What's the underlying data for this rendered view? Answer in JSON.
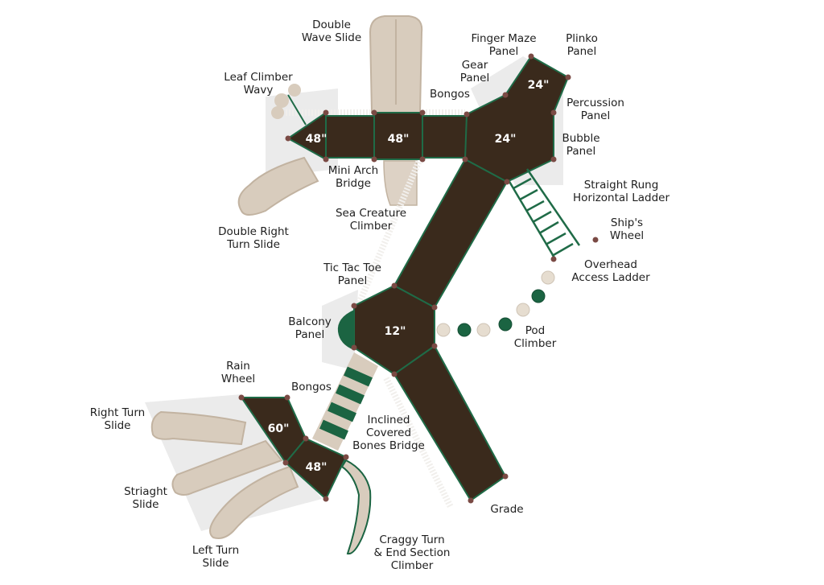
{
  "title": "Playground structure top-down component diagram",
  "colors": {
    "deck": "#3a2a1c",
    "deck_dark": "#2e2117",
    "trim_green": "#1f6b47",
    "component_green": "#1b6442",
    "tan": "#d8ccbd",
    "tan_dark": "#c2b3a1",
    "post": "#7a4a44",
    "rail_white": "#f1efec",
    "shadow": "#e4e4e4",
    "text": "#1e1e1e",
    "height_text": "#ffffff"
  },
  "deck_heights": [
    {
      "id": "deck-left-triangle",
      "label": "48\""
    },
    {
      "id": "deck-center",
      "label": "48\""
    },
    {
      "id": "deck-hub",
      "label": "24\""
    },
    {
      "id": "deck-upper-right",
      "label": "24\""
    },
    {
      "id": "deck-mid",
      "label": "12\""
    },
    {
      "id": "deck-lower-60",
      "label": "60\""
    },
    {
      "id": "deck-lower-48",
      "label": "48\""
    }
  ],
  "components": [
    {
      "id": "double-wave-slide",
      "lines": [
        "Double",
        "Wave Slide"
      ]
    },
    {
      "id": "finger-maze-panel",
      "lines": [
        "Finger Maze",
        "Panel"
      ]
    },
    {
      "id": "plinko-panel",
      "lines": [
        "Plinko",
        "Panel"
      ]
    },
    {
      "id": "gear-panel",
      "lines": [
        "Gear",
        "Panel"
      ]
    },
    {
      "id": "leaf-climber-wavy",
      "lines": [
        "Leaf Climber",
        "Wavy"
      ]
    },
    {
      "id": "bongos-top",
      "lines": [
        "Bongos"
      ]
    },
    {
      "id": "percussion-panel",
      "lines": [
        "Percussion",
        "Panel"
      ]
    },
    {
      "id": "bubble-panel",
      "lines": [
        "Bubble",
        "Panel"
      ]
    },
    {
      "id": "mini-arch-bridge",
      "lines": [
        "Mini Arch",
        "Bridge"
      ]
    },
    {
      "id": "straight-rung-horizontal-ladder",
      "lines": [
        "Straight Rung",
        "Horizontal Ladder"
      ]
    },
    {
      "id": "sea-creature-climber",
      "lines": [
        "Sea Creature",
        "Climber"
      ]
    },
    {
      "id": "double-right-turn-slide",
      "lines": [
        "Double Right",
        "Turn Slide"
      ]
    },
    {
      "id": "ships-wheel",
      "lines": [
        "Ship's",
        "Wheel"
      ]
    },
    {
      "id": "overhead-access-ladder",
      "lines": [
        "Overhead",
        "Access Ladder"
      ]
    },
    {
      "id": "tic-tac-toe-panel",
      "lines": [
        "Tic Tac Toe",
        "Panel"
      ]
    },
    {
      "id": "balcony-panel",
      "lines": [
        "Balcony",
        "Panel"
      ]
    },
    {
      "id": "pod-climber",
      "lines": [
        "Pod",
        "Climber"
      ]
    },
    {
      "id": "rain-wheel",
      "lines": [
        "Rain",
        "Wheel"
      ]
    },
    {
      "id": "bongos-bottom",
      "lines": [
        "Bongos"
      ]
    },
    {
      "id": "right-turn-slide",
      "lines": [
        "Right Turn",
        "Slide"
      ]
    },
    {
      "id": "inclined-covered-bones-bridge",
      "lines": [
        "Inclined",
        "Covered",
        "Bones Bridge"
      ]
    },
    {
      "id": "straight-slide",
      "lines": [
        "Striaght",
        "Slide"
      ]
    },
    {
      "id": "grade",
      "lines": [
        "Grade"
      ]
    },
    {
      "id": "left-turn-slide",
      "lines": [
        "Left Turn",
        "Slide"
      ]
    },
    {
      "id": "craggy-turn-end-section-climber",
      "lines": [
        "Craggy Turn",
        "& End Section",
        "Climber"
      ]
    }
  ],
  "pod_climber_pods": [
    "tan",
    "green",
    "tan",
    "green",
    "tan",
    "green",
    "tan"
  ]
}
